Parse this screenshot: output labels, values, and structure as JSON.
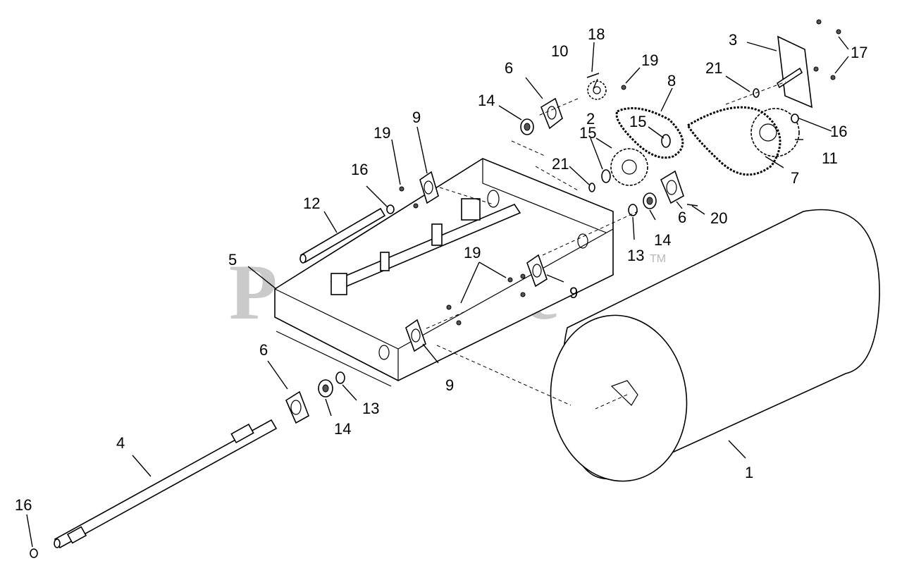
{
  "watermark": {
    "text": "PartsTree",
    "trademark": "TM"
  },
  "callouts": [
    {
      "id": "c1",
      "text": "1"
    },
    {
      "id": "c2",
      "text": "2"
    },
    {
      "id": "c3",
      "text": "3"
    },
    {
      "id": "c4",
      "text": "4"
    },
    {
      "id": "c5",
      "text": "5"
    },
    {
      "id": "c6a",
      "text": "6"
    },
    {
      "id": "c6b",
      "text": "6"
    },
    {
      "id": "c6c",
      "text": "6"
    },
    {
      "id": "c7",
      "text": "7"
    },
    {
      "id": "c8",
      "text": "8"
    },
    {
      "id": "c9a",
      "text": "9"
    },
    {
      "id": "c9b",
      "text": "9"
    },
    {
      "id": "c9c",
      "text": "9"
    },
    {
      "id": "c10",
      "text": "10"
    },
    {
      "id": "c11",
      "text": "11"
    },
    {
      "id": "c12",
      "text": "12"
    },
    {
      "id": "c13a",
      "text": "13"
    },
    {
      "id": "c13b",
      "text": "13"
    },
    {
      "id": "c14a",
      "text": "14"
    },
    {
      "id": "c14b",
      "text": "14"
    },
    {
      "id": "c14c",
      "text": "14"
    },
    {
      "id": "c15a",
      "text": "15"
    },
    {
      "id": "c15b",
      "text": "15"
    },
    {
      "id": "c16a",
      "text": "16"
    },
    {
      "id": "c16b",
      "text": "16"
    },
    {
      "id": "c16c",
      "text": "16"
    },
    {
      "id": "c17",
      "text": "17"
    },
    {
      "id": "c18",
      "text": "18"
    },
    {
      "id": "c19a",
      "text": "19"
    },
    {
      "id": "c19b",
      "text": "19"
    },
    {
      "id": "c19c",
      "text": "19"
    },
    {
      "id": "c20",
      "text": "20"
    },
    {
      "id": "c21a",
      "text": "21"
    },
    {
      "id": "c21b",
      "text": "21"
    }
  ]
}
